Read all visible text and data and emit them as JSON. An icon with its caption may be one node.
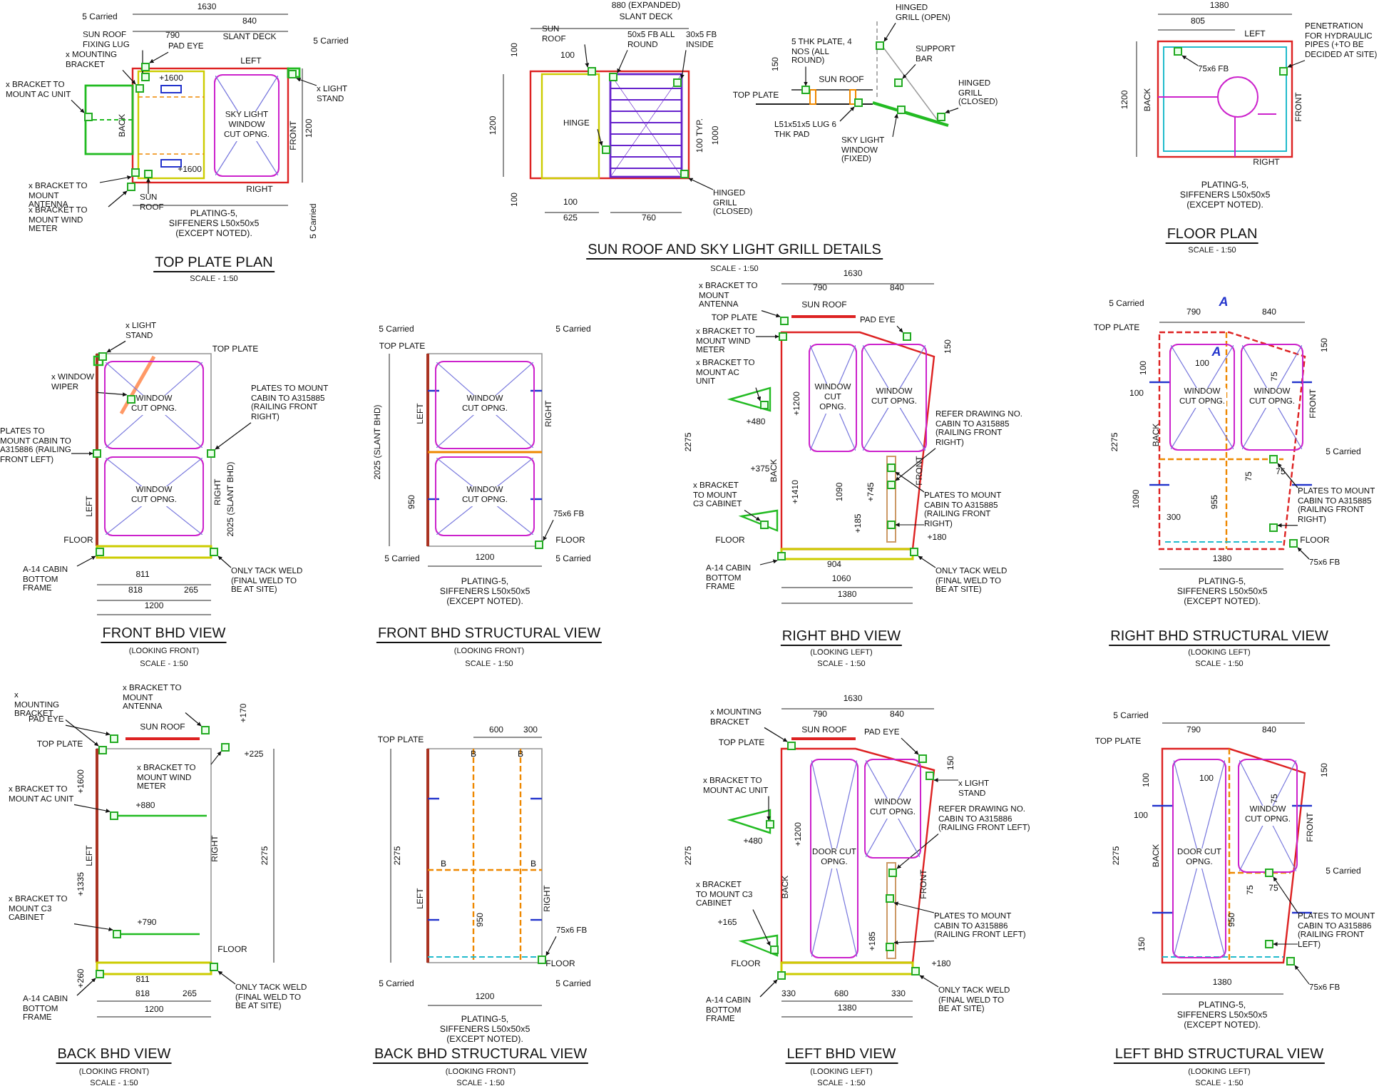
{
  "diagram": {
    "nodes": [
      {
        "text": [
          "SKY LIGHT WINDOW CUT OPNG."
        ]
      },
      {
        "text": [
          "SUN ROOF FIXING LUG"
        ]
      },
      {
        "text": [
          "PAD EYE"
        ]
      },
      {
        "text": [
          "x MOUNTING BRACKET"
        ]
      },
      {
        "text": [
          "x BRACKET TO MOUNT AC UNIT"
        ]
      },
      {
        "text": [
          "x BRACKET TO MOUNT ANTENNA"
        ]
      },
      {
        "text": [
          "x BRACKET TO MOUNT WIND METER"
        ]
      },
      {
        "text": [
          "SUN ROOF"
        ]
      },
      {
        "text": [
          "x LIGHT STAND"
        ]
      },
      {
        "text": [
          "SUN ROOF"
        ]
      },
      {
        "text": [
          "50x5 FB ALL ROUND"
        ]
      },
      {
        "text": [
          "30x5 FB INSIDE"
        ]
      },
      {
        "text": [
          "HINGE"
        ]
      },
      {
        "text": [
          "HINGED GRILL (CLOSED)"
        ]
      },
      {
        "text": [
          "5 THK PLATE, 4 NOS (ALL ROUND)"
        ]
      },
      {
        "text": [
          "L51x51x5 LUG 6 THK PAD"
        ]
      },
      {
        "text": [
          "HINGED GRILL (OPEN)"
        ]
      },
      {
        "text": [
          "SUPPORT BAR"
        ]
      },
      {
        "text": [
          "HINGED GRILL (CLOSED)"
        ]
      },
      {
        "text": [
          "SKY LIGHT WINDOW (FIXED)"
        ]
      },
      {
        "text": [
          "75x6 FB"
        ]
      },
      {
        "text": [
          "PENETRATION FOR HYDRAULIC PIPES (+TO BE DECIDED AT SITE)"
        ]
      },
      {
        "text": [
          "WINDOW CUT OPNG."
        ]
      },
      {
        "text": [
          "WINDOW CUT OPNG."
        ]
      },
      {
        "text": [
          "x LIGHT STAND"
        ]
      },
      {
        "text": [
          "x WINDOW WIPER"
        ]
      },
      {
        "text": [
          "PLATES TO MOUNT CABIN TO A315886 (RAILING FRONT LEFT)"
        ]
      },
      {
        "text": [
          "PLATES TO MOUNT CABIN TO A315885 (RAILING FRONT RIGHT)"
        ]
      },
      {
        "text": [
          "A-14 CABIN BOTTOM FRAME"
        ]
      },
      {
        "text": [
          "ONLY TACK WELD (FINAL WELD TO BE AT SITE)"
        ]
      },
      {
        "text": [
          "WINDOW CUT OPNG."
        ]
      },
      {
        "text": [
          "WINDOW CUT OPNG."
        ]
      },
      {
        "text": [
          "75x6 FB"
        ]
      },
      {
        "text": [
          "WINDOW CUT OPNG."
        ]
      },
      {
        "text": [
          "WINDOW CUT OPNG."
        ]
      },
      {
        "text": [
          "x BRACKET TO MOUNT ANTENNA"
        ]
      },
      {
        "text": [
          "x BRACKET TO MOUNT WIND METER"
        ]
      },
      {
        "text": [
          "x BRACKET TO MOUNT AC UNIT"
        ]
      },
      {
        "text": [
          "x BRACKET TO MOUNT C3 CABINET"
        ]
      },
      {
        "text": [
          "PAD EYE"
        ]
      },
      {
        "text": [
          "REFER DRAWING NO. CABIN TO A315885 (RAILING FRONT RIGHT)"
        ]
      },
      {
        "text": [
          "PLATES TO MOUNT CABIN TO A315885 (RAILING FRONT RIGHT)"
        ]
      },
      {
        "text": [
          "A-14 CABIN BOTTOM FRAME"
        ]
      },
      {
        "text": [
          "ONLY TACK WELD (FINAL WELD TO BE AT SITE)"
        ]
      },
      {
        "text": [
          "WINDOW CUT OPNG."
        ]
      },
      {
        "text": [
          "WINDOW CUT OPNG."
        ]
      },
      {
        "text": [
          "PLATES TO MOUNT CABIN TO A315885 (RAILING FRONT RIGHT)"
        ]
      },
      {
        "text": [
          "75x6 FB"
        ]
      },
      {
        "text": [
          "x MOUNTING BRACKET"
        ]
      },
      {
        "text": [
          "PAD EYE"
        ]
      },
      {
        "text": [
          "x BRACKET TO MOUNT ANTENNA"
        ]
      },
      {
        "text": [
          "x BRACKET TO MOUNT WIND METER"
        ]
      },
      {
        "text": [
          "x BRACKET TO MOUNT AC UNIT"
        ]
      },
      {
        "text": [
          "x BRACKET TO MOUNT C3 CABINET"
        ]
      },
      {
        "text": [
          "A-14 CABIN BOTTOM FRAME"
        ]
      },
      {
        "text": [
          "ONLY TACK WELD (FINAL WELD TO BE AT SITE)"
        ]
      },
      {
        "text": [
          "75x6 FB"
        ]
      },
      {
        "text": [
          "DOOR CUT OPNG."
        ]
      },
      {
        "text": [
          "WINDOW CUT OPNG."
        ]
      },
      {
        "text": [
          "x MOUNTING BRACKET"
        ]
      },
      {
        "text": [
          "PAD EYE"
        ]
      },
      {
        "text": [
          "x BRACKET TO MOUNT AC UNIT"
        ]
      },
      {
        "text": [
          "x LIGHT STAND"
        ]
      },
      {
        "text": [
          "REFER DRAWING NO. CABIN TO A315886 (RAILING FRONT LEFT)"
        ]
      },
      {
        "text": [
          "x BRACKET TO MOUNT C3 CABINET"
        ]
      },
      {
        "text": [
          "PLATES TO MOUNT CABIN TO A315886 (RAILING FRONT LEFT)"
        ]
      },
      {
        "text": [
          "A-14 CABIN BOTTOM FRAME"
        ]
      },
      {
        "text": [
          "ONLY TACK WELD (FINAL WELD TO BE AT SITE)"
        ]
      },
      {
        "text": [
          "DOOR CUT OPNG."
        ]
      },
      {
        "text": [
          "WINDOW CUT OPNG."
        ]
      },
      {
        "text": [
          "PLATES TO MOUNT CABIN TO A315886 (RAILING FRONT LEFT)"
        ]
      },
      {
        "text": [
          "75x6 FB"
        ]
      },
      {
        "text": [],
        "shape": "box"
      },
      {
        "text": [],
        "shape": "box"
      },
      {
        "text": [],
        "shape": "box"
      },
      {
        "text": [],
        "shape": "box"
      },
      {
        "text": [],
        "shape": "box"
      },
      {
        "text": [],
        "shape": "box"
      },
      {
        "text": [],
        "shape": "box"
      },
      {
        "text": [],
        "shape": "box"
      },
      {
        "text": [],
        "shape": "box"
      },
      {
        "text": [],
        "shape": "box"
      },
      {
        "text": [],
        "shape": "box"
      },
      {
        "text": [],
        "shape": "box"
      },
      {
        "text": [],
        "shape": "box"
      },
      {
        "text": [],
        "shape": "box"
      },
      {
        "text": [],
        "shape": "box"
      },
      {
        "text": [],
        "shape": "box"
      },
      {
        "text": [],
        "shape": "box"
      },
      {
        "text": [],
        "shape": "box"
      },
      {
        "text": [],
        "shape": "box"
      },
      {
        "text": [],
        "shape": "box"
      },
      {
        "text": [],
        "shape": "box"
      },
      {
        "text": [],
        "shape": "box"
      },
      {
        "text": [],
        "shape": "box",
        "in": 22
      },
      {
        "text": [],
        "shape": "box"
      },
      {
        "text": [],
        "shape": "box"
      },
      {
        "text": [],
        "shape": "box"
      },
      {
        "text": [],
        "shape": "box"
      },
      {
        "text": [],
        "shape": "box"
      },
      {
        "text": [],
        "shape": "box"
      },
      {
        "text": [],
        "shape": "box"
      },
      {
        "text": [],
        "shape": "box"
      },
      {
        "text": [],
        "shape": "box"
      },
      {
        "text": [],
        "shape": "box"
      },
      {
        "text": [],
        "shape": "box"
      },
      {
        "text": [],
        "shape": "box"
      },
      {
        "text": [],
        "shape": "box"
      },
      {
        "text": [],
        "shape": "box"
      },
      {
        "text": [],
        "shape": "box"
      },
      {
        "text": [],
        "shape": "box"
      },
      {
        "text": [],
        "shape": "box"
      },
      {
        "text": [],
        "shape": "box"
      },
      {
        "text": [],
        "shape": "box"
      },
      {
        "text": [],
        "shape": "box"
      },
      {
        "text": [],
        "shape": "box"
      },
      {
        "text": [],
        "shape": "box"
      },
      {
        "text": [],
        "shape": "box"
      },
      {
        "text": [],
        "shape": "box"
      },
      {
        "text": [],
        "shape": "box"
      },
      {
        "text": [],
        "shape": "box"
      },
      {
        "text": [],
        "shape": "box"
      },
      {
        "text": [],
        "shape": "box"
      },
      {
        "text": [],
        "shape": "box"
      },
      {
        "text": [],
        "shape": "box"
      },
      {
        "text": [],
        "shape": "box"
      },
      {
        "text": [],
        "shape": "box"
      },
      {
        "text": [],
        "shape": "box"
      },
      {
        "text": [],
        "shape": "box"
      },
      {
        "text": [],
        "shape": "box"
      },
      {
        "text": [],
        "shape": "box"
      },
      {
        "text": [],
        "shape": "box"
      },
      {
        "text": [],
        "shape": "box"
      },
      {
        "text": [],
        "shape": "box"
      },
      {
        "text": [],
        "shape": "box"
      }
    ],
    "edges": [
      {
        "from": 1,
        "to": 72,
        "arrow": "to"
      },
      {
        "from": 2,
        "to": 73,
        "arrow": "to"
      },
      {
        "from": 3,
        "to": 74,
        "arrow": "to"
      },
      {
        "from": 4,
        "to": 75,
        "arrow": "to"
      },
      {
        "from": 5,
        "to": 76,
        "arrow": "to"
      },
      {
        "from": 6,
        "to": 77,
        "arrow": "to"
      },
      {
        "from": 7,
        "to": 78,
        "arrow": "to"
      },
      {
        "from": 8,
        "to": 79,
        "arrow": "to"
      },
      {
        "from": 9,
        "to": 80,
        "arrow": "to"
      },
      {
        "from": 10,
        "to": 81,
        "arrow": "to"
      },
      {
        "from": 11,
        "to": 82,
        "arrow": "to"
      },
      {
        "from": 12,
        "to": 83,
        "arrow": "to"
      },
      {
        "from": 13,
        "to": 84,
        "arrow": "to"
      },
      {
        "from": 14,
        "to": 85,
        "arrow": "to"
      },
      {
        "from": 15,
        "to": 86,
        "arrow": "to"
      },
      {
        "from": 16,
        "to": 87,
        "arrow": "to"
      },
      {
        "from": 17,
        "to": 88,
        "arrow": "to"
      },
      {
        "from": 18,
        "to": 89,
        "arrow": "to"
      },
      {
        "from": 19,
        "to": 90,
        "arrow": "to"
      },
      {
        "from": 20,
        "to": 91,
        "arrow": "to"
      },
      {
        "from": 21,
        "to": 92,
        "arrow": "to"
      },
      {
        "from": 24,
        "to": 93,
        "arrow": "to"
      },
      {
        "from": 25,
        "to": 94,
        "arrow": "to"
      },
      {
        "from": 26,
        "to": 95,
        "arrow": "to"
      },
      {
        "from": 27,
        "to": 96,
        "arrow": "to"
      },
      {
        "from": 28,
        "to": 97,
        "arrow": "to"
      },
      {
        "from": 29,
        "to": 98,
        "arrow": "to"
      },
      {
        "from": 32,
        "to": 99,
        "arrow": "to"
      },
      {
        "from": 35,
        "to": 100,
        "arrow": "to"
      },
      {
        "from": 36,
        "to": 101,
        "arrow": "to"
      },
      {
        "from": 37,
        "to": 102,
        "arrow": "to"
      },
      {
        "from": 38,
        "to": 103,
        "arrow": "to"
      },
      {
        "from": 39,
        "to": 104,
        "arrow": "to"
      },
      {
        "from": 40,
        "to": 105,
        "arrow": "to"
      },
      {
        "from": 41,
        "to": 106,
        "arrow": "to"
      },
      {
        "from": 41,
        "to": 107,
        "arrow": "to"
      },
      {
        "from": 42,
        "to": 108,
        "arrow": "to"
      },
      {
        "from": 43,
        "to": 109,
        "arrow": "to"
      },
      {
        "from": 46,
        "to": 110,
        "arrow": "to"
      },
      {
        "from": 46,
        "to": 111,
        "arrow": "to"
      },
      {
        "from": 47,
        "to": 112,
        "arrow": "to"
      },
      {
        "from": 48,
        "to": 113,
        "arrow": "to"
      },
      {
        "from": 49,
        "to": 114,
        "arrow": "to"
      },
      {
        "from": 50,
        "to": 115,
        "arrow": "to"
      },
      {
        "from": 51,
        "to": 116,
        "arrow": "to"
      },
      {
        "from": 52,
        "to": 117,
        "arrow": "to"
      },
      {
        "from": 53,
        "to": 118,
        "arrow": "to"
      },
      {
        "from": 54,
        "to": 119,
        "arrow": "to"
      },
      {
        "from": 55,
        "to": 120,
        "arrow": "to"
      },
      {
        "from": 56,
        "to": 121,
        "arrow": "to"
      },
      {
        "from": 59,
        "to": 122,
        "arrow": "to"
      },
      {
        "from": 60,
        "to": 123,
        "arrow": "to"
      },
      {
        "from": 61,
        "to": 124,
        "arrow": "to"
      },
      {
        "from": 62,
        "to": 125,
        "arrow": "to"
      },
      {
        "from": 63,
        "to": 126,
        "arrow": "to"
      },
      {
        "from": 64,
        "to": 127,
        "arrow": "to"
      },
      {
        "from": 65,
        "to": 128,
        "arrow": "to"
      },
      {
        "from": 65,
        "to": 129,
        "arrow": "to"
      },
      {
        "from": 66,
        "to": 130,
        "arrow": "to"
      },
      {
        "from": 67,
        "to": 131,
        "arrow": "to"
      },
      {
        "from": 70,
        "to": 132,
        "arrow": "to"
      },
      {
        "from": 70,
        "to": 133,
        "arrow": "to"
      },
      {
        "from": 71,
        "to": 134,
        "arrow": "to"
      }
    ],
    "labels": [
      "1630",
      "5 Carried",
      "840",
      "790",
      "SLANT DECK",
      "5 Carried",
      "LEFT",
      "+1600",
      "BACK",
      "FRONT",
      "1200",
      "+1600",
      "RIGHT",
      "PLATING-5, SIFFENERS L50x50x5 (EXCEPT NOTED).",
      "5 Carried",
      "TOP PLATE PLAN",
      "SCALE - 1:50",
      "880 (EXPANDED)",
      "SLANT DECK",
      "100",
      "100",
      "1200",
      "100 TYP.",
      "1000",
      "100",
      "100",
      "625",
      "760",
      "150",
      "TOP PLATE",
      "SUN ROOF",
      "SUN ROOF AND SKY LIGHT GRILL DETAILS",
      "SCALE - 1:50",
      "1380",
      "805",
      "LEFT",
      "1200",
      "BACK",
      "FRONT",
      "RIGHT",
      "PLATING-5, SIFFENERS L50x50x5 (EXCEPT NOTED).",
      "FLOOR PLAN",
      "SCALE - 1:50",
      "TOP PLATE",
      "2025 (SLANT BHD)",
      "LEFT",
      "RIGHT",
      "FLOOR",
      "811",
      "818",
      "265",
      "1200",
      "FRONT BHD VIEW",
      "(LOOKING FRONT)",
      "SCALE - 1:50",
      "5 Carried",
      "5 Carried",
      "TOP PLATE",
      "2025 (SLANT BHD)",
      "LEFT",
      "RIGHT",
      "950",
      "FLOOR",
      "5 Carried",
      "1200",
      "5 Carried",
      "PLATING-5, SIFFENERS L50x50x5 (EXCEPT NOTED).",
      "FRONT BHD STRUCTURAL VIEW",
      "(LOOKING FRONT)",
      "SCALE - 1:50",
      "1630",
      "790",
      "840",
      "SUN ROOF",
      "TOP PLATE",
      "150",
      "+1200",
      "+480",
      "2275",
      "BACK",
      "FRONT",
      "+375",
      "+1410",
      "1090",
      "+745",
      "+185",
      "+180",
      "FLOOR",
      "904",
      "1060",
      "1380",
      "RIGHT BHD VIEW",
      "(LOOKING LEFT)",
      "SCALE - 1:50",
      "5 Carried",
      "A",
      "790",
      "840",
      "TOP PLATE",
      "A",
      "150",
      "100",
      "100",
      "75",
      "100",
      "75",
      "2275",
      "BACK",
      "75",
      "FRONT",
      "5 Carried",
      "1090",
      "300",
      "955",
      "FLOOR",
      "1380",
      "PLATING-5, SIFFENERS L50x50x5 (EXCEPT NOTED).",
      "RIGHT BHD STRUCTURAL VIEW",
      "(LOOKING LEFT)",
      "SCALE - 1:50",
      "+170",
      "SUN ROOF",
      "TOP PLATE",
      "+225",
      "+1600",
      "+880",
      "LEFT",
      "RIGHT",
      "2275",
      "+1335",
      "+790",
      "FLOOR",
      "+260",
      "811",
      "818",
      "265",
      "1200",
      "BACK BHD VIEW",
      "(LOOKING FRONT)",
      "SCALE - 1:50",
      "600",
      "300",
      "TOP PLATE",
      "B",
      "B",
      "2275",
      "B",
      "B",
      "LEFT",
      "RIGHT",
      "950",
      "FLOOR",
      "5 Carried",
      "5 Carried",
      "1200",
      "PLATING-5, SIFFENERS L50x50x5 (EXCEPT NOTED).",
      "BACK BHD STRUCTURAL VIEW",
      "(LOOKING FRONT)",
      "SCALE - 1:50",
      "1630",
      "790",
      "840",
      "SUN ROOF",
      "TOP PLATE",
      "150",
      "+1200",
      "+480",
      "2275",
      "BACK",
      "FRONT",
      "+165",
      "+185",
      "FLOOR",
      "+180",
      "330",
      "680",
      "330",
      "1380",
      "LEFT BHD VIEW",
      "(LOOKING LEFT)",
      "SCALE - 1:50",
      "5 Carried",
      "790",
      "840",
      "TOP PLATE",
      "150",
      "100",
      "100",
      "75",
      "100",
      "2275",
      "BACK",
      "75",
      "75",
      "FRONT",
      "5 Carried",
      "950",
      "150",
      "1380",
      "PLATING-5, SIFFENERS L50x50x5 (EXCEPT NOTED).",
      "LEFT BHD STRUCTURAL VIEW",
      "(LOOKING LEFT)",
      "SCALE - 1:50"
    ]
  }
}
